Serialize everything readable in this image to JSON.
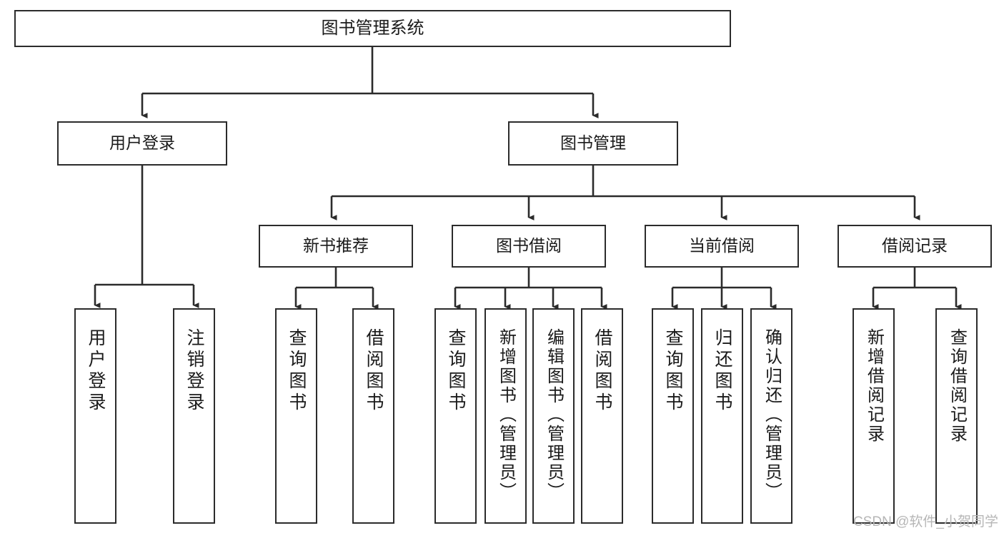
{
  "diagram": {
    "type": "tree-hierarchy",
    "title": "图书管理系统",
    "watermark": "CSDN @软件_小贺同学",
    "colors": {
      "box_border": "#2b2b2b",
      "box_fill": "#ffffff",
      "edge": "#2b2b2b",
      "text": "#1a1a1a",
      "watermark": "#b6b6b6"
    },
    "root": {
      "label": "图书管理系统"
    },
    "level2": [
      {
        "label": "用户登录"
      },
      {
        "label": "图书管理"
      }
    ],
    "level3": [
      {
        "label": "新书推荐"
      },
      {
        "label": "图书借阅"
      },
      {
        "label": "当前借阅"
      },
      {
        "label": "借阅记录"
      }
    ],
    "leaves": {
      "user_login": [
        {
          "label": "用户登录"
        },
        {
          "label": "注销登录"
        }
      ],
      "new_book_recommend": [
        {
          "label": "查询图书"
        },
        {
          "label": "借阅图书"
        }
      ],
      "book_borrow": [
        {
          "label": "查询图书"
        },
        {
          "label": "新增图书（管理员）"
        },
        {
          "label": "编辑图书（管理员）"
        },
        {
          "label": "借阅图书"
        }
      ],
      "current_borrow": [
        {
          "label": "查询图书"
        },
        {
          "label": "归还图书"
        },
        {
          "label": "确认归还（管理员）"
        }
      ],
      "borrow_record": [
        {
          "label": "新增借阅记录"
        },
        {
          "label": "查询借阅记录"
        }
      ]
    }
  }
}
